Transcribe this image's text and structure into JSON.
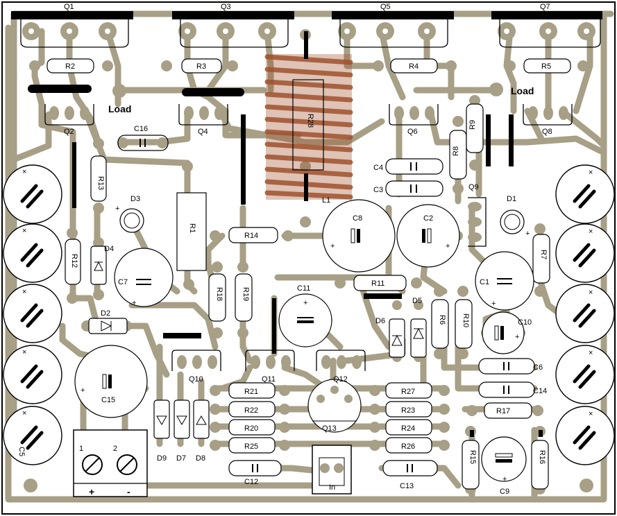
{
  "board": {
    "colors": {
      "copper": "#a79f86",
      "background": "#ffffff",
      "silk": "#000000",
      "coil": "#a0522d"
    },
    "labels": {
      "Q1": "Q1",
      "Q3": "Q3",
      "Q5": "Q5",
      "Q7": "Q7",
      "Q2": "Q2",
      "Q4": "Q4",
      "Q6": "Q6",
      "Q8": "Q8",
      "Q9": "Q9",
      "Q10": "Q10",
      "Q11": "Q11",
      "Q12": "Q12",
      "Q13": "Q13",
      "R1": "R1",
      "R2": "R2",
      "R3": "R3",
      "R4": "R4",
      "R5": "R5",
      "R6": "R6",
      "R7": "R7",
      "R8": "R8",
      "R9": "R9",
      "R10": "R10",
      "R11": "R11",
      "R12": "R12",
      "R13": "R13",
      "R14": "R14",
      "R15": "R15",
      "R16": "R16",
      "R17": "R17",
      "R18": "R18",
      "R19": "R19",
      "R20": "R20",
      "R21": "R21",
      "R22": "R22",
      "R23": "R23",
      "R24": "R24",
      "R25": "R25",
      "R26": "R26",
      "R27": "R27",
      "R28": "R28",
      "C1": "C1",
      "C2": "C2",
      "C3": "C3",
      "C4": "C4",
      "C5": "C5",
      "C6": "C6",
      "C7": "C7",
      "C8": "C8",
      "C9": "C9",
      "C10": "C10",
      "C11": "C11",
      "C12": "C12",
      "C13": "C13",
      "C14": "C14",
      "C15": "C15",
      "C16": "C16",
      "D1": "D1",
      "D2": "D2",
      "D3": "D3",
      "D4": "D4",
      "D5": "D5",
      "D6": "D6",
      "D7": "D7",
      "D8": "D8",
      "D9": "D9",
      "L1": "L1",
      "load_left": "Load",
      "load_right": "Load",
      "term1": "1",
      "term2": "2",
      "plus": "+",
      "minus": "-",
      "in": "In"
    }
  }
}
